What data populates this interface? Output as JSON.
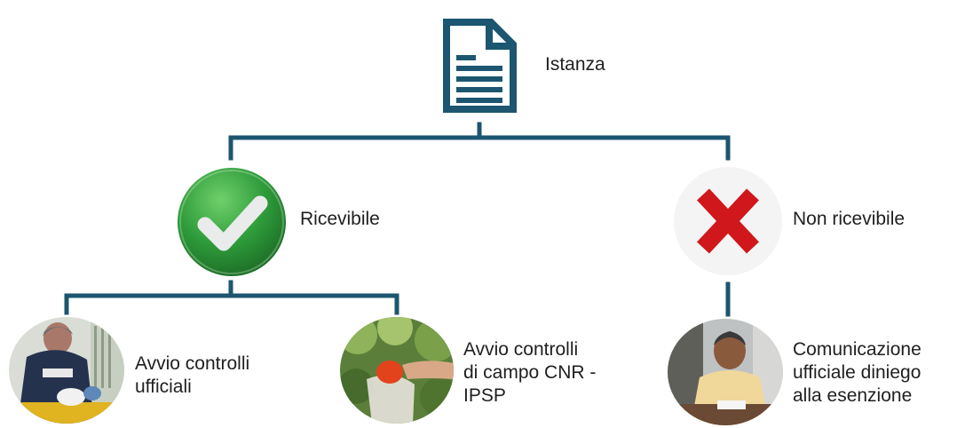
{
  "nodes": {
    "root": {
      "label": "Istanza",
      "icon": "document-icon"
    },
    "accepted": {
      "label": "Ricevibile",
      "icon": "checkmark-icon",
      "color": "#2e9b3a"
    },
    "rejected": {
      "label": "Non ricevibile",
      "icon": "red-x-icon",
      "color": "#d0171b"
    },
    "official_controls": {
      "label_lines": [
        "Avvio controlli",
        "ufficiali"
      ],
      "image": "inspector-photo"
    },
    "field_controls": {
      "label_lines": [
        "Avvio controlli",
        "di campo CNR -",
        "IPSP"
      ],
      "image": "tomato-harvest-photo"
    },
    "denial_notice": {
      "label_lines": [
        "Comunicazione",
        "ufficiale diniego",
        "alla esenzione"
      ],
      "image": "man-at-desk-photo"
    }
  },
  "colors": {
    "connector": "#1c5670",
    "document": "#1c5670"
  }
}
